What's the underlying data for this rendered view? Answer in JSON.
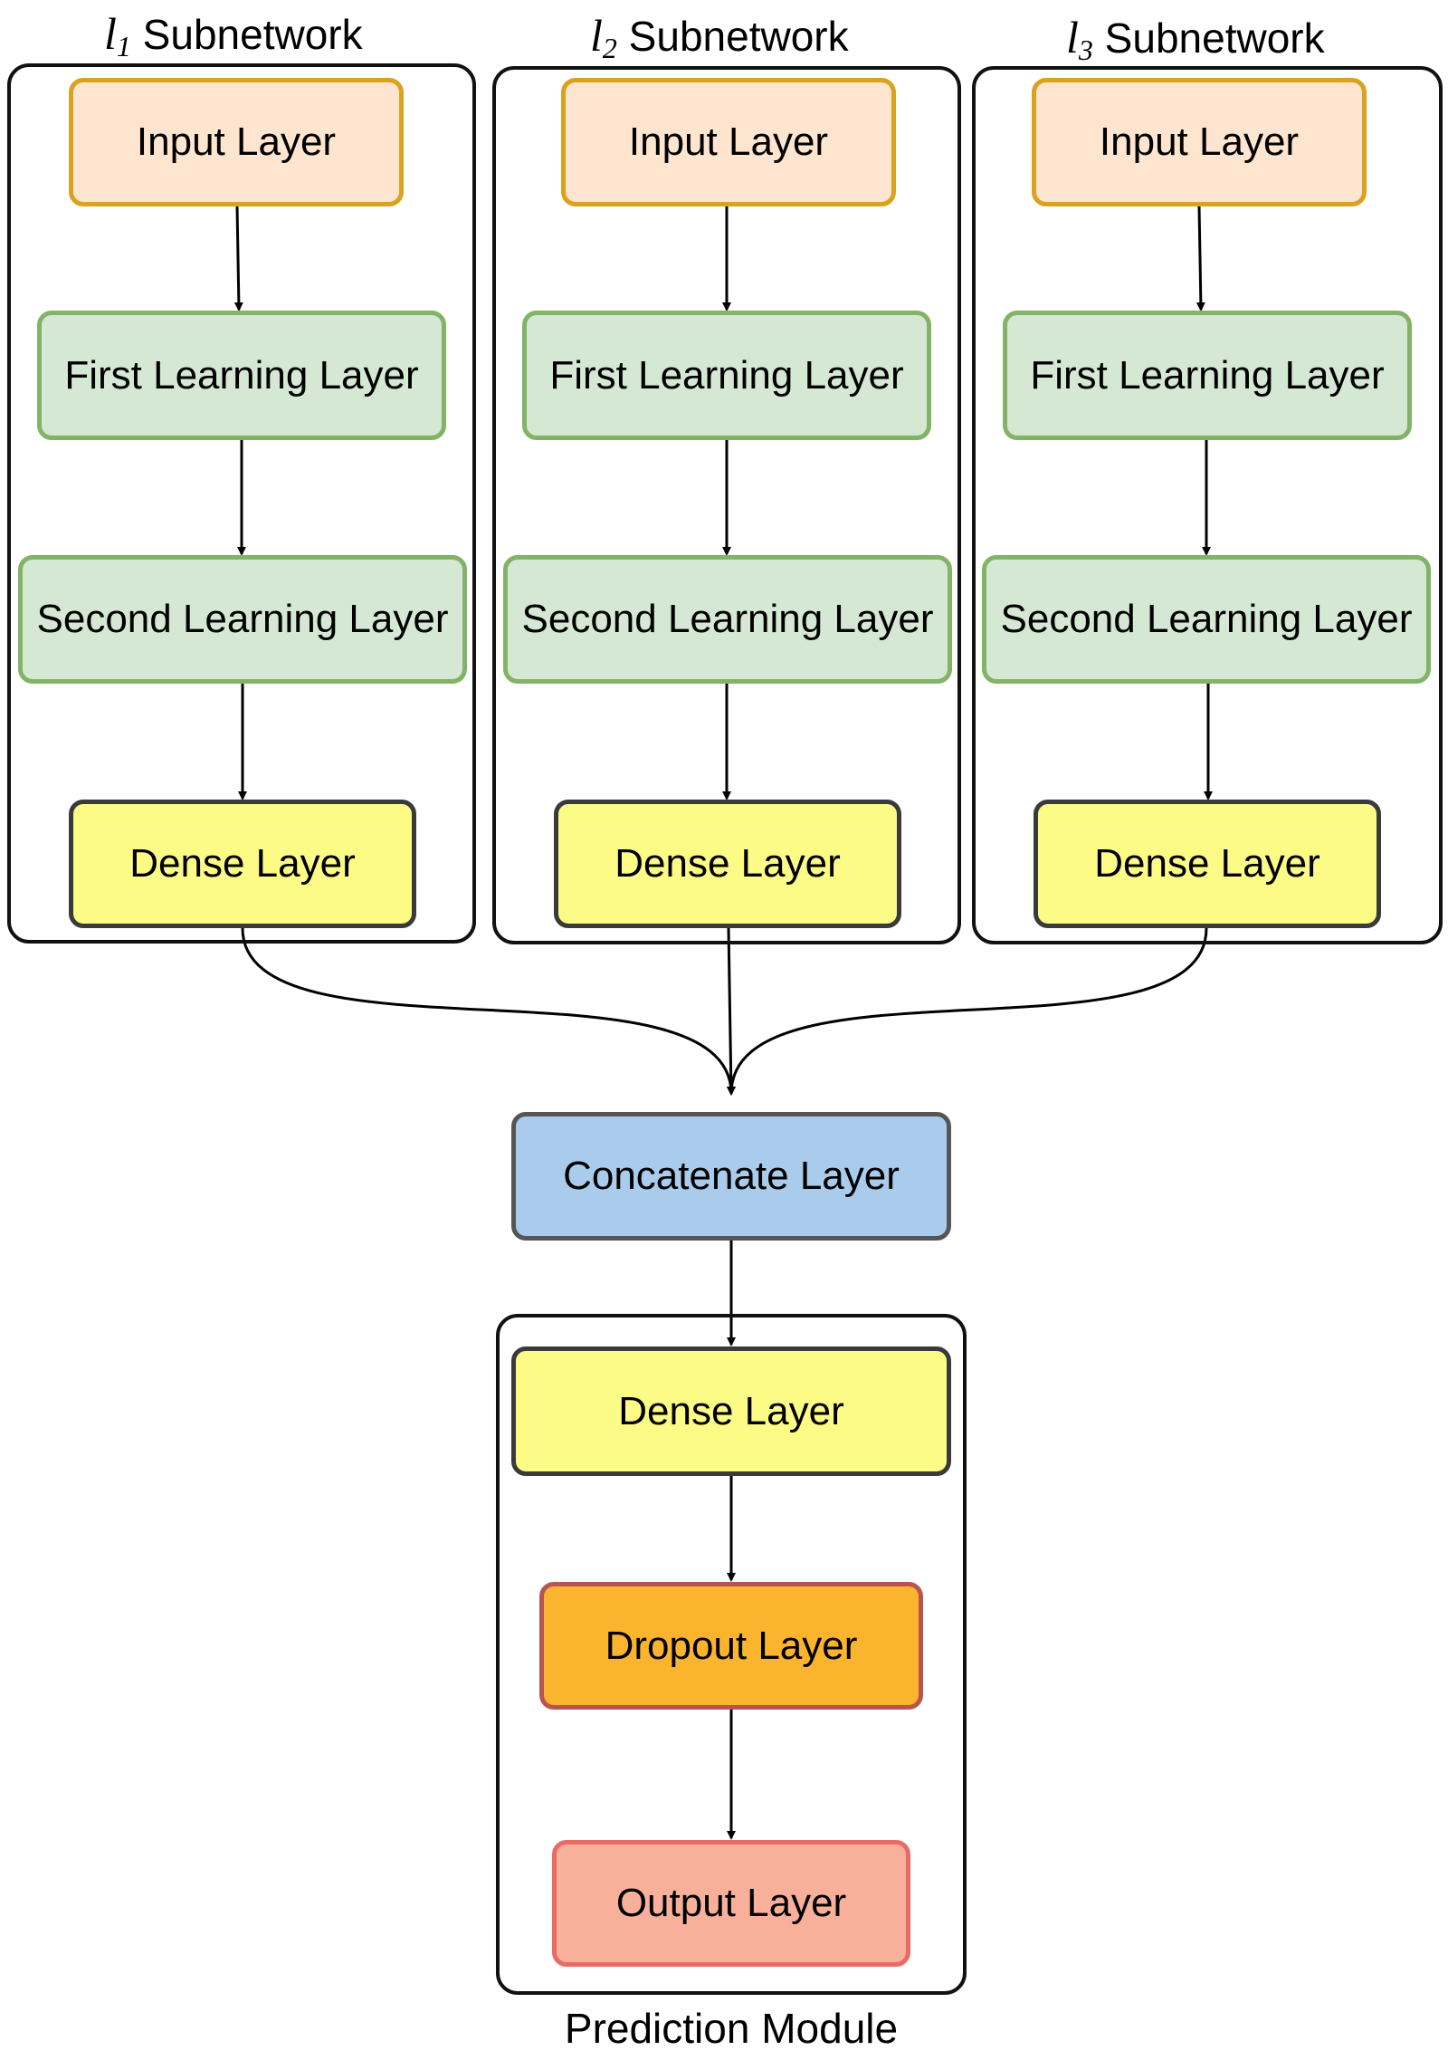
{
  "subnetworks": [
    {
      "title_var": "l",
      "title_sub": "1",
      "title_text": " Subnetwork",
      "input": "Input Layer",
      "first": "First Learning Layer",
      "second": "Second Learning Layer",
      "dense": "Dense Layer"
    },
    {
      "title_var": "l",
      "title_sub": "2",
      "title_text": " Subnetwork",
      "input": "Input Layer",
      "first": "First Learning Layer",
      "second": "Second Learning Layer",
      "dense": "Dense Layer"
    },
    {
      "title_var": "l",
      "title_sub": "3",
      "title_text": " Subnetwork",
      "input": "Input Layer",
      "first": "First Learning Layer",
      "second": "Second Learning Layer",
      "dense": "Dense Layer"
    }
  ],
  "concatenate": "Concatenate Layer",
  "prediction": {
    "title": "Prediction Module",
    "dense": "Dense Layer",
    "dropout": "Dropout Layer",
    "output": "Output Layer"
  },
  "colors": {
    "input_fill": "#fde5cf",
    "input_border": "#d9a21f",
    "learning_fill": "#d5e8d4",
    "learning_border": "#82b366",
    "dense_fill": "#fbfb85",
    "dense_border": "#3a3a3a",
    "concat_fill": "#a9cced",
    "concat_border": "#555555",
    "dropout_fill": "#fbb42d",
    "dropout_border": "#b85450",
    "output_fill": "#f9b09b",
    "output_border": "#ea6b66"
  }
}
